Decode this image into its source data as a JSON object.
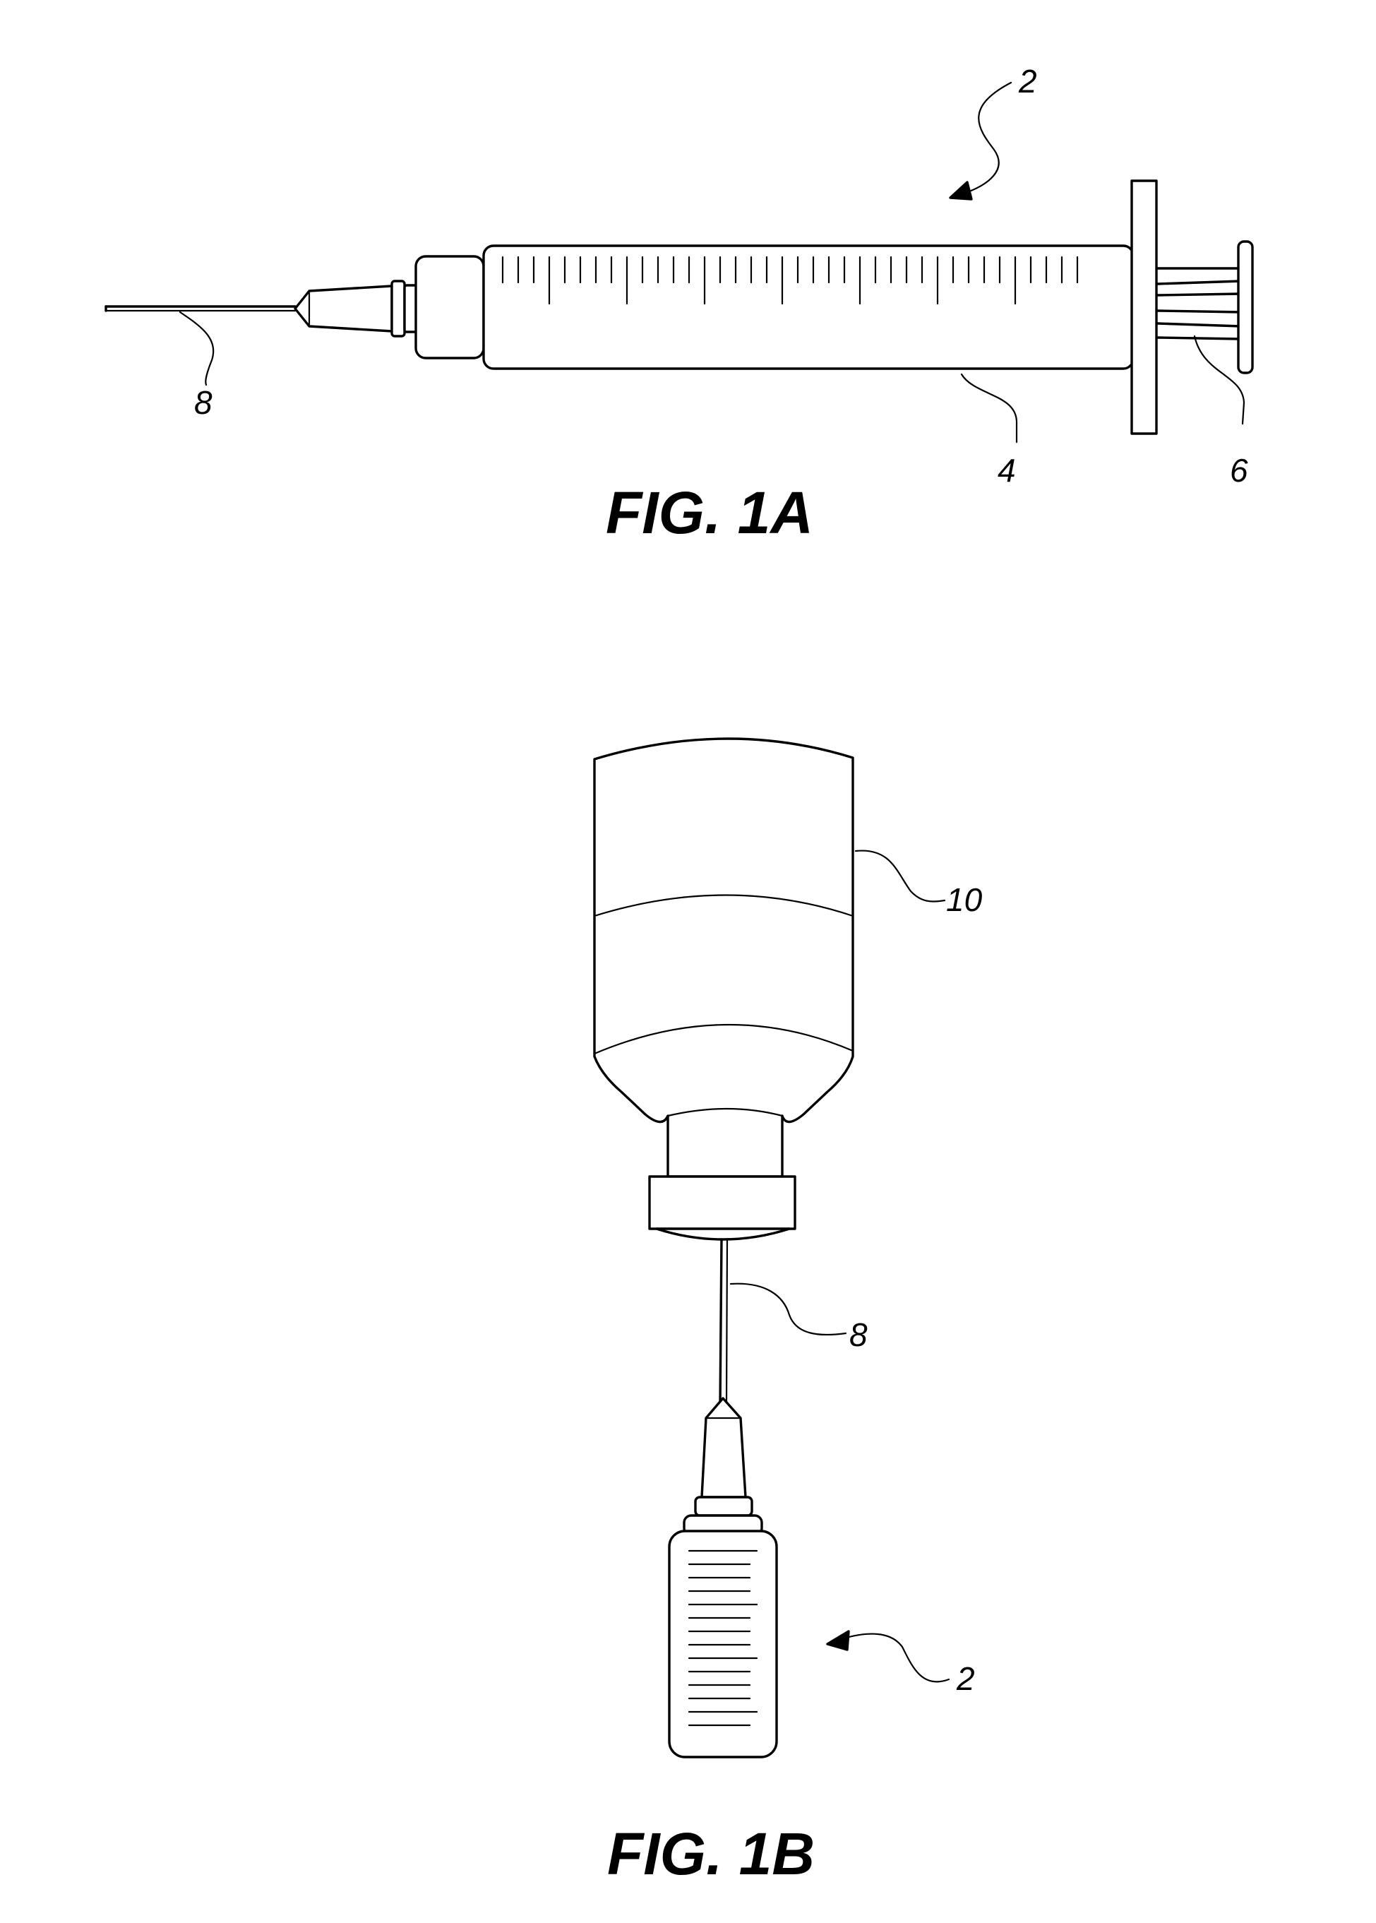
{
  "figures": {
    "fig_1a": {
      "caption": "FIG.  1A",
      "labels": {
        "syringe": "2",
        "barrel": "4",
        "plunger": "6",
        "needle": "8"
      }
    },
    "fig_1b": {
      "caption": "FIG.  1B",
      "labels": {
        "vial": "10",
        "needle": "8",
        "syringe": "2"
      }
    }
  },
  "colors": {
    "line": "#000000",
    "background": "#ffffff"
  }
}
